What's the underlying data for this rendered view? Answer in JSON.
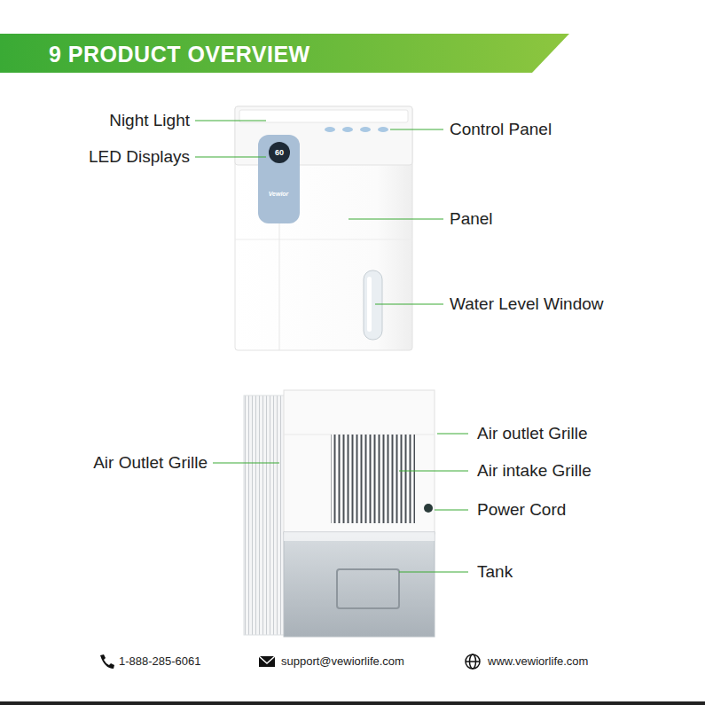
{
  "diagram": {
    "title": "9 PRODUCT OVERVIEW",
    "labels": [
      "Night Light",
      "LED Displays",
      "Control Panel",
      "Panel",
      "Water Level Window",
      "60",
      "Vewior",
      "Air Outlet Grille",
      "Air outlet Grille",
      "Air intake Grille",
      "Power Cord",
      "Tank",
      "1-888-285-6061",
      "support@vewiorlife.com",
      "www.vewiorlife.com"
    ]
  }
}
